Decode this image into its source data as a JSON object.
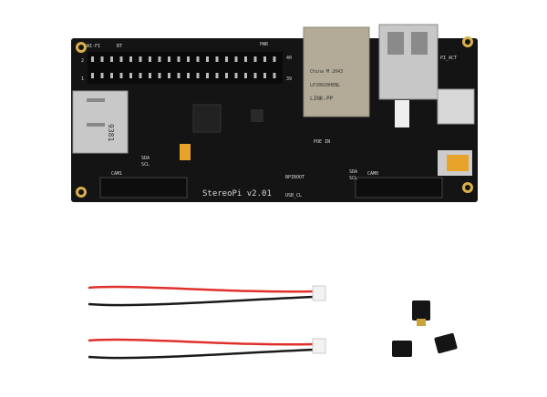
{
  "board": {
    "title": "StereoPi v2.01",
    "labels": {
      "wifi": "WI-FI",
      "bt": "BT",
      "pwr": "PWR",
      "pi_act": "PI_ACT",
      "pin40": "40",
      "pin39": "39",
      "pin2": "2",
      "pin1": "1",
      "cam1": "CAM1",
      "cam0": "CAM0",
      "sda_left": "SDA",
      "scl_left": "SCL",
      "sda_right": "SDA",
      "scl_right": "SCL",
      "poe_in": "POE IN",
      "bpiboot": "BPIBOOT",
      "usb_cl": "USB_CL",
      "sd_marking": "9381"
    },
    "ethernet_marking": [
      "LINK-PP",
      "LPJ0020HENL",
      "China M 2043"
    ]
  },
  "colors": {
    "pcb": "#141414",
    "cable_red": "#e0302a",
    "cable_black": "#1a1a1a",
    "gold": "#d9b04a"
  }
}
